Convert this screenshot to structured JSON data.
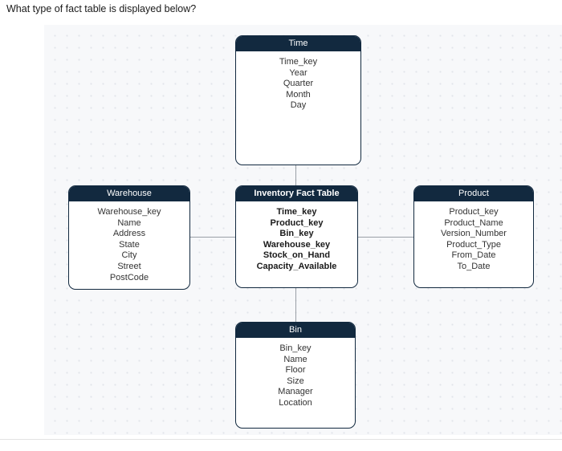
{
  "question": "What type of fact table is displayed below?",
  "diagram": {
    "type": "star-schema",
    "entities": [
      {
        "id": "time",
        "title": "Time",
        "is_fact": false,
        "fields": [
          "Time_key",
          "Year",
          "Quarter",
          "Month",
          "Day"
        ]
      },
      {
        "id": "warehouse",
        "title": "Warehouse",
        "is_fact": false,
        "fields": [
          "Warehouse_key",
          "Name",
          "Address",
          "State",
          "City",
          "Street",
          "PostCode"
        ]
      },
      {
        "id": "fact",
        "title": "Inventory Fact Table",
        "is_fact": true,
        "fields": [
          "Time_key",
          "Product_key",
          "Bin_key",
          "Warehouse_key",
          "Stock_on_Hand",
          "Capacity_Available"
        ]
      },
      {
        "id": "product",
        "title": "Product",
        "is_fact": false,
        "fields": [
          "Product_key",
          "Product_Name",
          "Version_Number",
          "Product_Type",
          "From_Date",
          "To_Date"
        ]
      },
      {
        "id": "bin",
        "title": "Bin",
        "is_fact": false,
        "fields": [
          "Bin_key",
          "Name",
          "Floor",
          "Size",
          "Manager",
          "Location"
        ]
      }
    ],
    "connections": [
      {
        "from": "time",
        "to": "fact"
      },
      {
        "from": "warehouse",
        "to": "fact"
      },
      {
        "from": "fact",
        "to": "product"
      },
      {
        "from": "fact",
        "to": "bin"
      }
    ]
  },
  "colors": {
    "header_navy": "#12293f",
    "canvas_background": "#f7f8fa",
    "grid_dot": "#e2e5ea",
    "connector": "#9aa0a6",
    "field_text": "#333333"
  }
}
